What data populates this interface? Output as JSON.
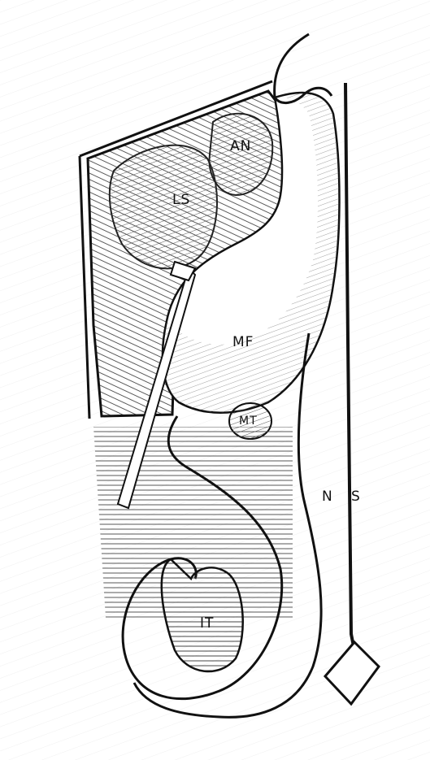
{
  "labels": {
    "an": "AN",
    "ls": "LS",
    "mf": "MF",
    "mt": "MT",
    "ns_n": "N",
    "ns_s": "S",
    "it": "IT"
  },
  "colors": {
    "paper": "#ffffff",
    "ink": "#111111",
    "wash": "#f2f2f2",
    "hatch": "#333333"
  }
}
